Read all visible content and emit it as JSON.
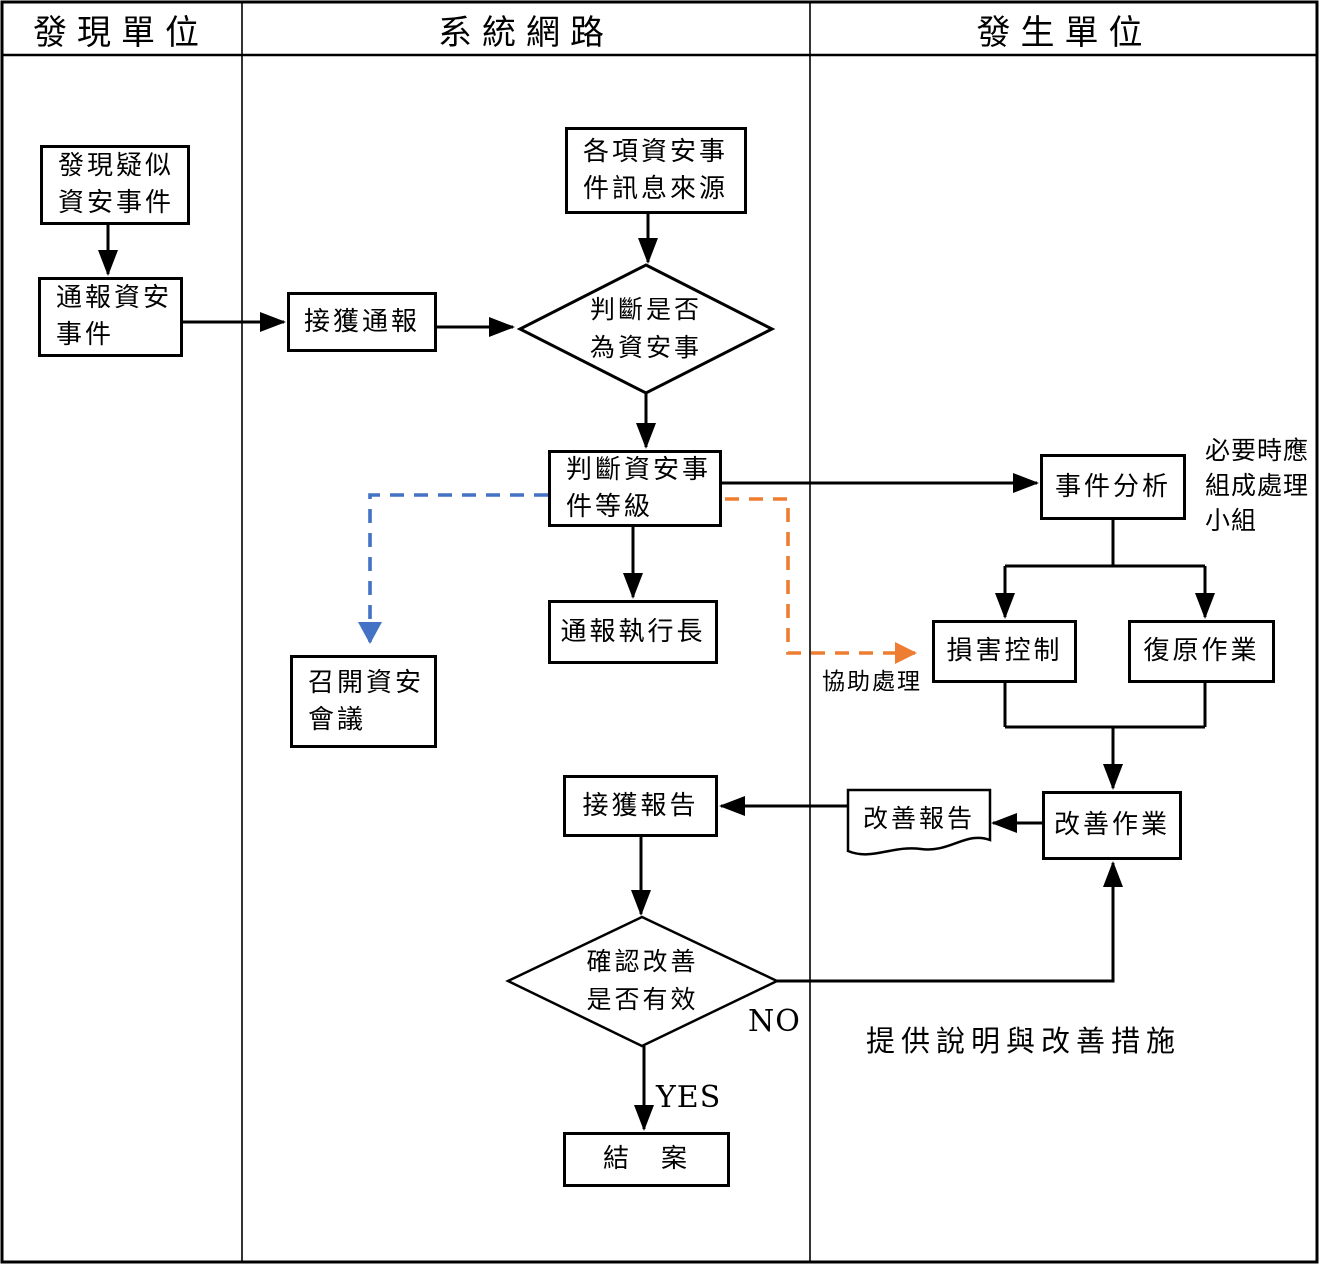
{
  "lanes": [
    {
      "label": "發現單位"
    },
    {
      "label": "系統網路"
    },
    {
      "label": "發生單位"
    }
  ],
  "nodes": {
    "discover": "發現疑似\n資安事件",
    "report_incident": "通報資安\n事件",
    "receive_report": "接獲通報",
    "incident_sources": "各項資安事\n件訊息來源",
    "judge_is_incident": "判斷是否\n為資安事",
    "judge_level": "判斷資安事\n件等級",
    "notify_ceo": "通報執行長",
    "convene_meeting": "召開資安\n會議",
    "incident_analysis": "事件分析",
    "damage_control": "損害控制",
    "recovery": "復原作業",
    "improvement": "改善作業",
    "improvement_report": "改善報告",
    "receive_improvement_report": "接獲報告",
    "confirm_effective": "確認改善\n是否有效",
    "close_case": "結　案"
  },
  "labels": {
    "no": "NO",
    "yes": "YES",
    "assist": "協助處理",
    "team_note": "必要時應\n組成處理\n小組",
    "provide_explanation": "提供說明與改善措施"
  },
  "colors": {
    "line": "#000000",
    "dashed_blue": "#4472C4",
    "dashed_orange": "#ED7D31",
    "background": "#FFFFFF"
  }
}
